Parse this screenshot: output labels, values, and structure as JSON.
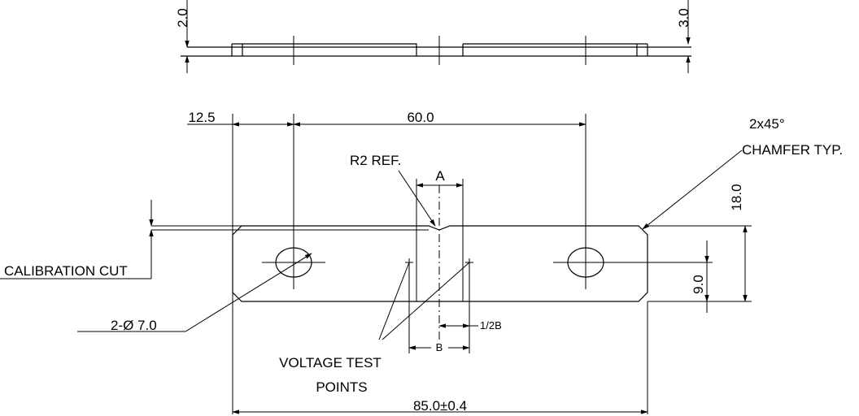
{
  "drawing": {
    "side_view": {
      "dim_left": "2.0",
      "dim_right": "3.0"
    },
    "top_view": {
      "dim_hole_offset": "12.5",
      "dim_hole_spacing": "60.0",
      "dim_overall_length": "85.0±0.4",
      "dim_width": "18.0",
      "dim_half_width": "9.0",
      "dim_a": "A",
      "dim_b": "B",
      "dim_half_b": "1/2B",
      "label_radius": "R2 REF.",
      "label_chamfer_size": "2x45°",
      "label_chamfer_note": "CHAMFER TYP.",
      "label_calibration_cut": "CALIBRATION CUT",
      "label_holes": "2-Ø 7.0",
      "label_voltage_line1": "VOLTAGE TEST",
      "label_voltage_line2": "POINTS"
    }
  }
}
